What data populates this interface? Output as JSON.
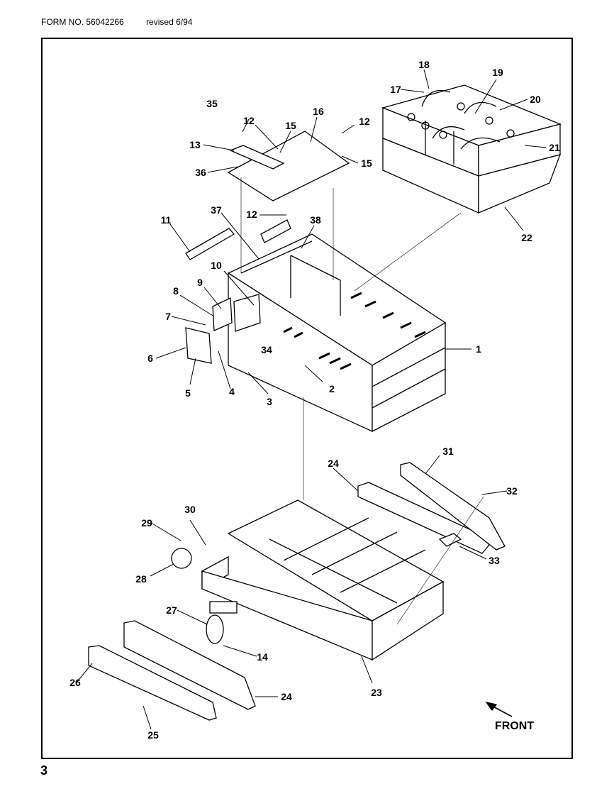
{
  "header": {
    "form_no": "FORM NO. 56042266",
    "revised": "revised 6/94"
  },
  "page_number": "3",
  "front_label": "FRONT",
  "callouts": [
    "1",
    "2",
    "3",
    "4",
    "5",
    "6",
    "7",
    "8",
    "9",
    "10",
    "11",
    "12",
    "12",
    "12",
    "13",
    "14",
    "15",
    "15",
    "16",
    "17",
    "18",
    "19",
    "20",
    "21",
    "22",
    "23",
    "24",
    "24",
    "25",
    "26",
    "27",
    "28",
    "29",
    "30",
    "31",
    "32",
    "33",
    "34",
    "35",
    "36",
    "37",
    "38"
  ]
}
